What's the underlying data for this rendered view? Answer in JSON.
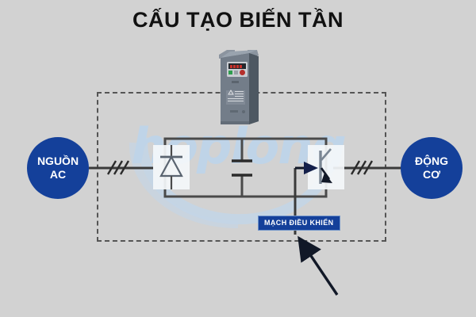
{
  "page": {
    "title": "CẤU TẠO BIẾN TẦN",
    "background_color": "#d2d2d2"
  },
  "watermark": {
    "text": "hoplong",
    "color": "#bfd4e8"
  },
  "diagram": {
    "enclosure_name": "dashed-enclosure",
    "enclosure_color": "#555555",
    "wire_color": "#3a3a3a",
    "accent_color": "#14409a",
    "terminals": [
      {
        "id": "source",
        "line1": "NGUỒN",
        "line2": "AC"
      },
      {
        "id": "motor",
        "line1": "ĐỘNG",
        "line2": "CƠ"
      }
    ],
    "components": [
      {
        "id": "rectifier",
        "symbol": "diode-thyristor"
      },
      {
        "id": "dc-link",
        "symbol": "capacitor"
      },
      {
        "id": "inverter",
        "symbol": "igbt-transistor"
      }
    ],
    "phase_markers": [
      {
        "id": "input-phase-marker",
        "strokes": 3
      },
      {
        "id": "output-phase-marker",
        "strokes": 3
      }
    ],
    "control_label": "MẠCH ĐIỀU KHIỂN",
    "leader_arrow": "control-circuit-pointer"
  },
  "device": {
    "name": "variable-frequency-drive",
    "body_color": "#6c7683",
    "panel_color": "#2b3138",
    "display_color": "#c8302a",
    "button_green": "#2f9e4f",
    "button_red": "#b5302c"
  }
}
